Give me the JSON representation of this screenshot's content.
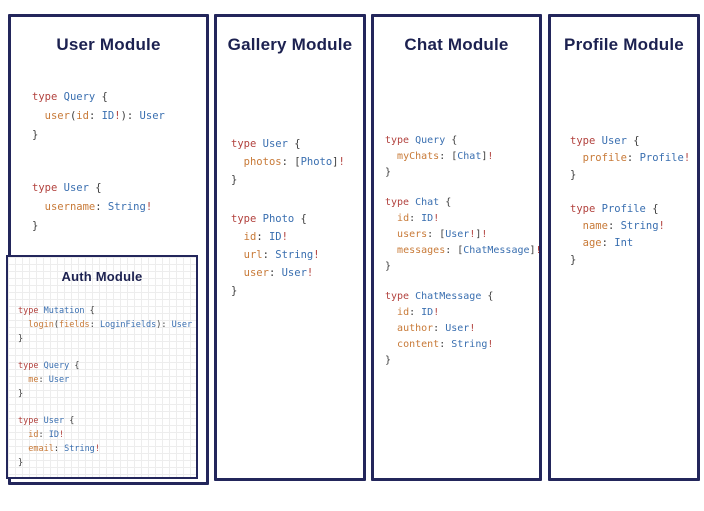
{
  "colors": {
    "panel_border": "#23265b",
    "title_text": "#1c2150",
    "code_keyword": "#b2423e",
    "code_type": "#3a6fb0",
    "code_field": "#c87a38",
    "code_plain": "#3d3d3d",
    "code_bang": "#b2423e",
    "canvas_bg": "#ffffff",
    "grid_line": "#ededed"
  },
  "modules": [
    {
      "id": "user",
      "title": "User Module",
      "blocks": [
        [
          [
            [
              "kw",
              "type"
            ],
            [
              "pl",
              " "
            ],
            [
              "ty",
              "Query"
            ],
            [
              "pl",
              " {"
            ]
          ],
          [
            [
              "pl",
              "  "
            ],
            [
              "fd",
              "user"
            ],
            [
              "pl",
              "("
            ],
            [
              "fd",
              "id"
            ],
            [
              "pl",
              ": "
            ],
            [
              "ty",
              "ID"
            ],
            [
              "bg",
              "!"
            ],
            [
              "pl",
              "): "
            ],
            [
              "ty",
              "User"
            ]
          ],
          [
            [
              "pl",
              "}"
            ]
          ]
        ],
        [
          [
            [
              "kw",
              "type"
            ],
            [
              "pl",
              " "
            ],
            [
              "ty",
              "User"
            ],
            [
              "pl",
              " {"
            ]
          ],
          [
            [
              "pl",
              "  "
            ],
            [
              "fd",
              "username"
            ],
            [
              "pl",
              ": "
            ],
            [
              "ty",
              "String"
            ],
            [
              "bg",
              "!"
            ]
          ],
          [
            [
              "pl",
              "}"
            ]
          ]
        ]
      ],
      "submodule": {
        "id": "auth",
        "title": "Auth Module",
        "blocks": [
          [
            [
              [
                "kw",
                "type"
              ],
              [
                "pl",
                " "
              ],
              [
                "ty",
                "Mutation"
              ],
              [
                "pl",
                " {"
              ]
            ],
            [
              [
                "pl",
                "  "
              ],
              [
                "fd",
                "login"
              ],
              [
                "pl",
                "("
              ],
              [
                "fd",
                "fields"
              ],
              [
                "pl",
                ": "
              ],
              [
                "ty",
                "LoginFields"
              ],
              [
                "pl",
                "): "
              ],
              [
                "ty",
                "User"
              ]
            ],
            [
              [
                "pl",
                "}"
              ]
            ]
          ],
          [
            [
              [
                "kw",
                "type"
              ],
              [
                "pl",
                " "
              ],
              [
                "ty",
                "Query"
              ],
              [
                "pl",
                " {"
              ]
            ],
            [
              [
                "pl",
                "  "
              ],
              [
                "fd",
                "me"
              ],
              [
                "pl",
                ": "
              ],
              [
                "ty",
                "User"
              ]
            ],
            [
              [
                "pl",
                "}"
              ]
            ]
          ],
          [
            [
              [
                "kw",
                "type"
              ],
              [
                "pl",
                " "
              ],
              [
                "ty",
                "User"
              ],
              [
                "pl",
                " {"
              ]
            ],
            [
              [
                "pl",
                "  "
              ],
              [
                "fd",
                "id"
              ],
              [
                "pl",
                ": "
              ],
              [
                "ty",
                "ID"
              ],
              [
                "bg",
                "!"
              ]
            ],
            [
              [
                "pl",
                "  "
              ],
              [
                "fd",
                "email"
              ],
              [
                "pl",
                ": "
              ],
              [
                "ty",
                "String"
              ],
              [
                "bg",
                "!"
              ]
            ],
            [
              [
                "pl",
                "}"
              ]
            ]
          ]
        ]
      }
    },
    {
      "id": "gallery",
      "title": "Gallery Module",
      "blocks": [
        [
          [
            [
              "kw",
              "type"
            ],
            [
              "pl",
              " "
            ],
            [
              "ty",
              "User"
            ],
            [
              "pl",
              " {"
            ]
          ],
          [
            [
              "pl",
              "  "
            ],
            [
              "fd",
              "photos"
            ],
            [
              "pl",
              ": ["
            ],
            [
              "ty",
              "Photo"
            ],
            [
              "pl",
              "]"
            ],
            [
              "bg",
              "!"
            ]
          ],
          [
            [
              "pl",
              "}"
            ]
          ]
        ],
        [
          [
            [
              "kw",
              "type"
            ],
            [
              "pl",
              " "
            ],
            [
              "ty",
              "Photo"
            ],
            [
              "pl",
              " {"
            ]
          ],
          [
            [
              "pl",
              "  "
            ],
            [
              "fd",
              "id"
            ],
            [
              "pl",
              ": "
            ],
            [
              "ty",
              "ID"
            ],
            [
              "bg",
              "!"
            ]
          ],
          [
            [
              "pl",
              "  "
            ],
            [
              "fd",
              "url"
            ],
            [
              "pl",
              ": "
            ],
            [
              "ty",
              "String"
            ],
            [
              "bg",
              "!"
            ]
          ],
          [
            [
              "pl",
              "  "
            ],
            [
              "fd",
              "user"
            ],
            [
              "pl",
              ": "
            ],
            [
              "ty",
              "User"
            ],
            [
              "bg",
              "!"
            ]
          ],
          [
            [
              "pl",
              "}"
            ]
          ]
        ]
      ]
    },
    {
      "id": "chat",
      "title": "Chat Module",
      "blocks": [
        [
          [
            [
              "kw",
              "type"
            ],
            [
              "pl",
              " "
            ],
            [
              "ty",
              "Query"
            ],
            [
              "pl",
              " {"
            ]
          ],
          [
            [
              "pl",
              "  "
            ],
            [
              "fd",
              "myChats"
            ],
            [
              "pl",
              ": ["
            ],
            [
              "ty",
              "Chat"
            ],
            [
              "pl",
              "]"
            ],
            [
              "bg",
              "!"
            ]
          ],
          [
            [
              "pl",
              "}"
            ]
          ]
        ],
        [
          [
            [
              "kw",
              "type"
            ],
            [
              "pl",
              " "
            ],
            [
              "ty",
              "Chat"
            ],
            [
              "pl",
              " {"
            ]
          ],
          [
            [
              "pl",
              "  "
            ],
            [
              "fd",
              "id"
            ],
            [
              "pl",
              ": "
            ],
            [
              "ty",
              "ID"
            ],
            [
              "bg",
              "!"
            ]
          ],
          [
            [
              "pl",
              "  "
            ],
            [
              "fd",
              "users"
            ],
            [
              "pl",
              ": ["
            ],
            [
              "ty",
              "User"
            ],
            [
              "bg",
              "!"
            ],
            [
              "pl",
              "]"
            ],
            [
              "bg",
              "!"
            ]
          ],
          [
            [
              "pl",
              "  "
            ],
            [
              "fd",
              "messages"
            ],
            [
              "pl",
              ": ["
            ],
            [
              "ty",
              "ChatMessage"
            ],
            [
              "pl",
              "]"
            ],
            [
              "bg",
              "!"
            ]
          ],
          [
            [
              "pl",
              "}"
            ]
          ]
        ],
        [
          [
            [
              "kw",
              "type"
            ],
            [
              "pl",
              " "
            ],
            [
              "ty",
              "ChatMessage"
            ],
            [
              "pl",
              " {"
            ]
          ],
          [
            [
              "pl",
              "  "
            ],
            [
              "fd",
              "id"
            ],
            [
              "pl",
              ": "
            ],
            [
              "ty",
              "ID"
            ],
            [
              "bg",
              "!"
            ]
          ],
          [
            [
              "pl",
              "  "
            ],
            [
              "fd",
              "author"
            ],
            [
              "pl",
              ": "
            ],
            [
              "ty",
              "User"
            ],
            [
              "bg",
              "!"
            ]
          ],
          [
            [
              "pl",
              "  "
            ],
            [
              "fd",
              "content"
            ],
            [
              "pl",
              ": "
            ],
            [
              "ty",
              "String"
            ],
            [
              "bg",
              "!"
            ]
          ],
          [
            [
              "pl",
              "}"
            ]
          ]
        ]
      ]
    },
    {
      "id": "profile",
      "title": "Profile Module",
      "blocks": [
        [
          [
            [
              "kw",
              "type"
            ],
            [
              "pl",
              " "
            ],
            [
              "ty",
              "User"
            ],
            [
              "pl",
              " {"
            ]
          ],
          [
            [
              "pl",
              "  "
            ],
            [
              "fd",
              "profile"
            ],
            [
              "pl",
              ": "
            ],
            [
              "ty",
              "Profile"
            ],
            [
              "bg",
              "!"
            ]
          ],
          [
            [
              "pl",
              "}"
            ]
          ]
        ],
        [
          [
            [
              "kw",
              "type"
            ],
            [
              "pl",
              " "
            ],
            [
              "ty",
              "Profile"
            ],
            [
              "pl",
              " {"
            ]
          ],
          [
            [
              "pl",
              "  "
            ],
            [
              "fd",
              "name"
            ],
            [
              "pl",
              ": "
            ],
            [
              "ty",
              "String"
            ],
            [
              "bg",
              "!"
            ]
          ],
          [
            [
              "pl",
              "  "
            ],
            [
              "fd",
              "age"
            ],
            [
              "pl",
              ": "
            ],
            [
              "ty",
              "Int"
            ]
          ],
          [
            [
              "pl",
              "}"
            ]
          ]
        ]
      ]
    }
  ]
}
